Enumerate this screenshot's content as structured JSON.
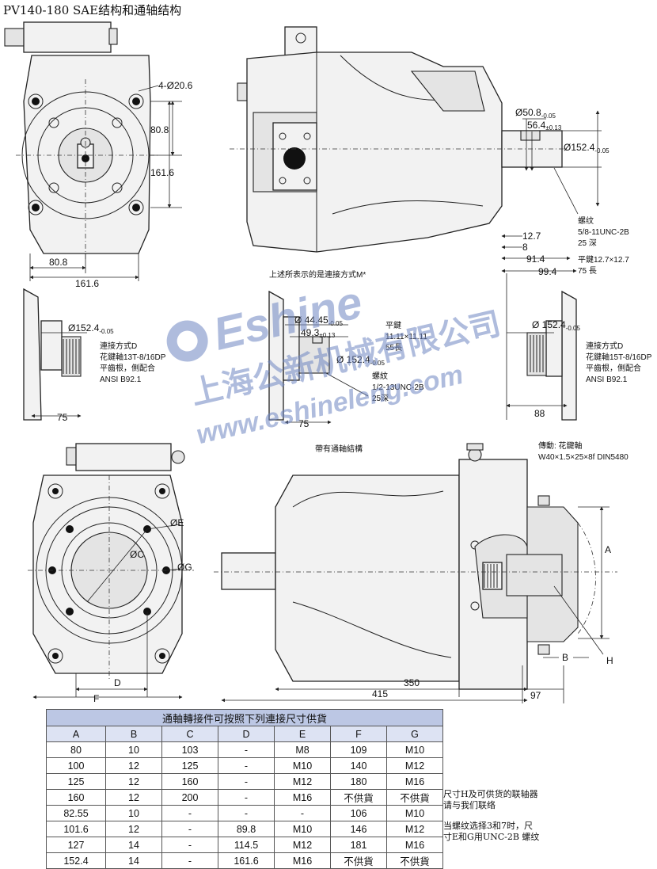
{
  "title": "PV140-180 SAE结构和通轴结构",
  "watermark": {
    "brand": "Eshine",
    "company_cn": "上海公新机械有限公司",
    "url": "www.eshineleng.com"
  },
  "top_left_view": {
    "holes": "4-Ø20.6",
    "dim_80_8_v": "80.8",
    "dim_161_6_v": "161.6",
    "dim_80_8_h": "80.8",
    "dim_161_6_h": "161.6"
  },
  "top_right_view": {
    "d50_8": "Ø50.8",
    "d50_8_tol": "-0.05",
    "d56_4": "56.4",
    "d56_4_tol": "±0.13",
    "d152_4": "Ø152.4",
    "d152_4_tol": "-0.05",
    "thread_title": "螺纹",
    "thread_spec": "5/8-11UNC-2B",
    "thread_depth": "25  深",
    "d12_7": "12.7",
    "d8": "8",
    "d91_4": "91.4",
    "d99_4": "99.4",
    "key_title": "平鍵12.7×12.7",
    "key_len": "75  長",
    "caption": "上述所表示的是連接方式M*"
  },
  "mid_left_view": {
    "d152_4": "Ø152.4",
    "d152_4_tol": "-0.05",
    "conn_title": "連接方式D",
    "conn_line2": "花鍵軸13T-8/16DP",
    "conn_line3": "平齒根，側配合",
    "conn_line4": "ANSI B92.1",
    "d75": "75"
  },
  "mid_center_view": {
    "d44_45": "Ø 44.45",
    "d44_45_tol": "-0.05",
    "d49_3": "49.3",
    "d49_3_tol": "±0.13",
    "key_title": "平鍵",
    "key_size": "11.11×11.11",
    "key_len": "55長",
    "d152_4": "Ø 152.4",
    "d152_4_tol": "-0.05",
    "thread_title": "螺紋",
    "thread_spec": "1/2-13UNC-2B",
    "thread_depth": "25深",
    "d75": "75"
  },
  "mid_right_view": {
    "d152_4": "Ø 152.4",
    "d152_4_tol": "-0.05",
    "conn_title": "連接方式D",
    "conn_line2": "花鍵軸15T-8/16DP",
    "conn_line3": "平齒根，側配合",
    "conn_line4": "ANSI B92.1",
    "d88": "88"
  },
  "bottom_left_view": {
    "label_E": "ØE",
    "label_C": "ØC",
    "label_G": "ØG",
    "label_D": "D",
    "label_F": "F"
  },
  "bottom_right_view": {
    "caption": "帶有通軸結構",
    "drive_title": "傳動: 花鍵軸",
    "drive_spec": "W40×1.5×25×8f DIN5480",
    "label_A": "A",
    "label_B": "B",
    "label_H": "H",
    "d350": "350",
    "d415": "415",
    "d97": "97"
  },
  "table": {
    "title": "通軸轉接件可按照下列連接尺寸供貨",
    "columns": [
      "A",
      "B",
      "C",
      "D",
      "E",
      "F",
      "G"
    ],
    "rows": [
      [
        "80",
        "10",
        "103",
        "-",
        "M8",
        "109",
        "M10"
      ],
      [
        "100",
        "12",
        "125",
        "-",
        "M10",
        "140",
        "M12"
      ],
      [
        "125",
        "12",
        "160",
        "-",
        "M12",
        "180",
        "M16"
      ],
      [
        "160",
        "12",
        "200",
        "-",
        "M16",
        "不供貨",
        "不供貨"
      ],
      [
        "82.55",
        "10",
        "-",
        "-",
        "-",
        "106",
        "M10"
      ],
      [
        "101.6",
        "12",
        "-",
        "89.8",
        "M10",
        "146",
        "M12"
      ],
      [
        "127",
        "14",
        "-",
        "114.5",
        "M12",
        "181",
        "M16"
      ],
      [
        "152.4",
        "14",
        "-",
        "161.6",
        "M16",
        "不供貨",
        "不供貨"
      ]
    ]
  },
  "notes": {
    "note1_line1": "尺寸H及可供货的联轴器",
    "note1_line2": "请与我们联络",
    "note2_line1": "当螺纹选择3和7时，尺",
    "note2_line2": "寸E和G用UNC-2B 螺纹"
  }
}
